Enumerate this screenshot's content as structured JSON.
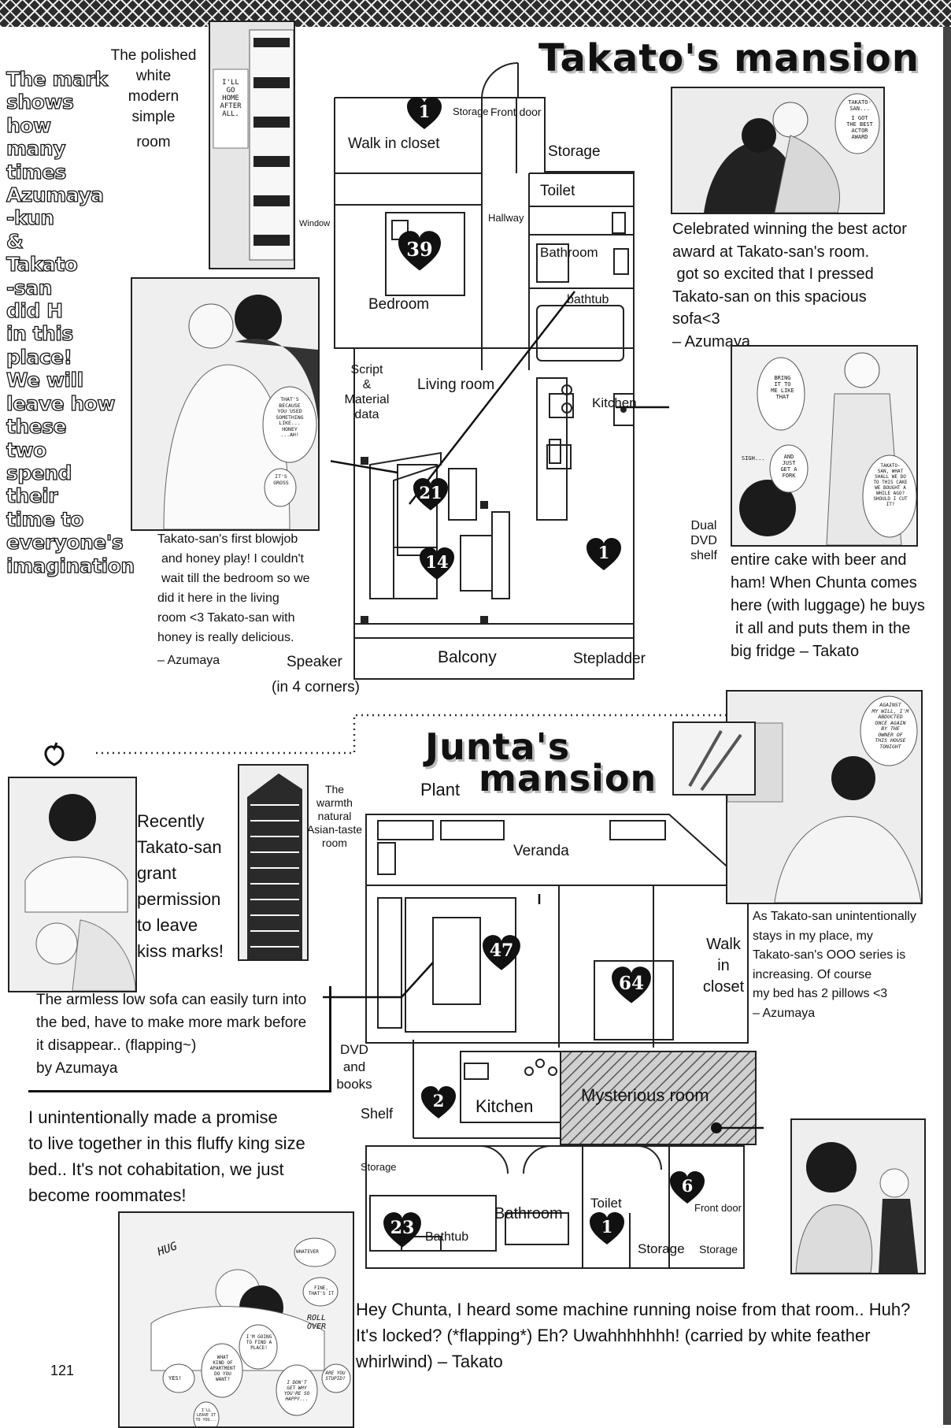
{
  "side_note": [
    "The mark",
    "shows",
    "how",
    "many",
    "times",
    "Azumaya",
    "-kun",
    "&",
    "Takato",
    "-san",
    "did H",
    "in this",
    "place!",
    "We will",
    "leave how",
    "these",
    "two",
    "spend",
    "their",
    "time to",
    "everyone's",
    "imagination"
  ],
  "takato": {
    "title": "Takato's mansion",
    "photo_caption": [
      "The polished",
      "white",
      "modern",
      "simple",
      "room"
    ],
    "rooms": {
      "storage_top": "Storage",
      "front_door": "Front door",
      "walk_in_closet": "Walk in closet",
      "storage": "Storage",
      "toilet": "Toilet",
      "hallway": "Hallway",
      "window": "Window",
      "bathroom": "Bathroom",
      "bathtub": "bathtub",
      "bedroom": "Bedroom",
      "script": [
        "Script",
        "&",
        "Material",
        "data"
      ],
      "living_room": "Living room",
      "kitchen": "Kitchen",
      "dual_dvd_shelf": [
        "Dual",
        "DVD",
        "shelf"
      ],
      "balcony": "Balcony",
      "stepladder": "Stepladder",
      "speaker": "Speaker",
      "speaker_note": "(in 4 corners)"
    },
    "marks": {
      "closet": "1",
      "bedroom": "39",
      "sofa": "21",
      "living": "14",
      "shelf": "1"
    },
    "comment_award": [
      "Celebrated winning the best actor",
      "award at Takato-san's room.",
      " got so excited that I pressed",
      "Takato-san on this spacious sofa<3",
      "– Azumaya"
    ],
    "comment_blowjob": [
      "Takato-san's first blowjob",
      "and honey play! I couldn't",
      "wait till the bedroom so we",
      "did it here in the living",
      "room <3 Takato-san with",
      "honey is really delicious.",
      "– Azumaya"
    ],
    "comment_cake": [
      "entire cake with beer and",
      "ham! When Chunta comes",
      "here (with luggage) he buys",
      "it all and puts them in the",
      "big fridge – Takato"
    ]
  },
  "junta": {
    "title_line1": "Junta's",
    "title_line2": "mansion",
    "photo_caption": [
      "The",
      "warmth",
      "natural",
      "Asian-taste",
      "room"
    ],
    "rooms": {
      "plant": "Plant",
      "veranda": "Veranda",
      "walk_in_closet": [
        "Walk",
        "in",
        "closet"
      ],
      "dvd_books": [
        "DVD",
        "and",
        "books"
      ],
      "shelf": "Shelf",
      "kitchen": "Kitchen",
      "mysterious_room": "Mysterious room",
      "storage_left": "Storage",
      "bathroom": "Bathroom",
      "toilet": "Toilet",
      "front_door": "Front door",
      "bathtub": "Bathtub",
      "storage1": "Storage",
      "storage2": "Storage"
    },
    "marks": {
      "sofa": "47",
      "bed": "64",
      "kitchen": "2",
      "bath": "23",
      "toilet": "1",
      "door": "6"
    },
    "comment_kiss": [
      "Recently",
      "Takato-san",
      "grant",
      "permission",
      "to leave",
      "kiss marks!"
    ],
    "comment_sofa": [
      "The armless low sofa can easily turn into",
      "the bed, have to make more mark before",
      "it disappear.. (flapping~)",
      "by Azumaya"
    ],
    "comment_promise": [
      "I unintentionally made a promise",
      "to live together in this fluffy king size",
      "bed.. It's not cohabitation, we just",
      "become roommates!"
    ],
    "comment_pillows": [
      "As Takato-san unintentionally",
      "stays in my place, my",
      "Takato-san's OOO series is",
      "increasing. Of course",
      "my bed has 2 pillows <3",
      "– Azumaya"
    ],
    "comment_noise": [
      "Hey Chunta, I heard some machine running noise from that room.. Huh?",
      "It's locked? (*flapping*) Eh? Uwahhhhhhh! (carried by white feather",
      "whirlwind) – Takato"
    ]
  },
  "page_number": "121",
  "manga_text": {
    "p1": [
      "I'LL",
      "GO",
      "HOME",
      "AFTER",
      "ALL."
    ],
    "p2": [
      "TAKATO-",
      "SAN...",
      "I GOT",
      "THE BEST",
      "ACTOR",
      "AWARD"
    ],
    "p3": [
      "THAT'S",
      "BECAUSE",
      "YOU USED",
      "SOMETHING",
      "LIKE...",
      "HONEY",
      "...AH!"
    ],
    "p3b": [
      "IT'S",
      "GROSS"
    ],
    "p4": [
      "BRING",
      "IT TO",
      "ME LIKE",
      "THAT"
    ],
    "p4b": [
      "AND",
      "JUST",
      "GET A",
      "FORK"
    ],
    "p4c": "SIGH...",
    "p4d": [
      "TAKATO-",
      "SAN, WHAT",
      "SHALL WE DO",
      "TO THIS CAKE",
      "WE BOUGHT A",
      "WHILE AGO?",
      "SHOULD I CUT",
      "IT?"
    ],
    "p5": [
      "AGAINST",
      "MY WILL, I'M",
      "ABDUCTED",
      "ONCE AGAIN",
      "BY THE",
      "OWNER OF",
      "THIS HOUSE",
      "TONIGHT"
    ],
    "p6": [
      "HUG"
    ],
    "p6b": [
      "WHATEVER"
    ],
    "p6c": [
      "FINE,",
      "THAT'S IT"
    ],
    "p6d": [
      "ROLL",
      "OVER"
    ],
    "p6e": [
      "I'M GOING",
      "TO FIND A",
      "PLACE!"
    ],
    "p6f": [
      "WHAT",
      "KIND OF",
      "APARTMENT",
      "DO YOU",
      "WANT?"
    ],
    "p6g": [
      "ARE YOU",
      "STUPID?"
    ],
    "p6h": [
      "I DON'T",
      "GET WHY",
      "YOU'RE SO",
      "HAPPY..."
    ],
    "p6i": [
      "YES!"
    ],
    "p6j": [
      "I'LL",
      "LEAVE IT",
      "TO YOU..."
    ]
  }
}
